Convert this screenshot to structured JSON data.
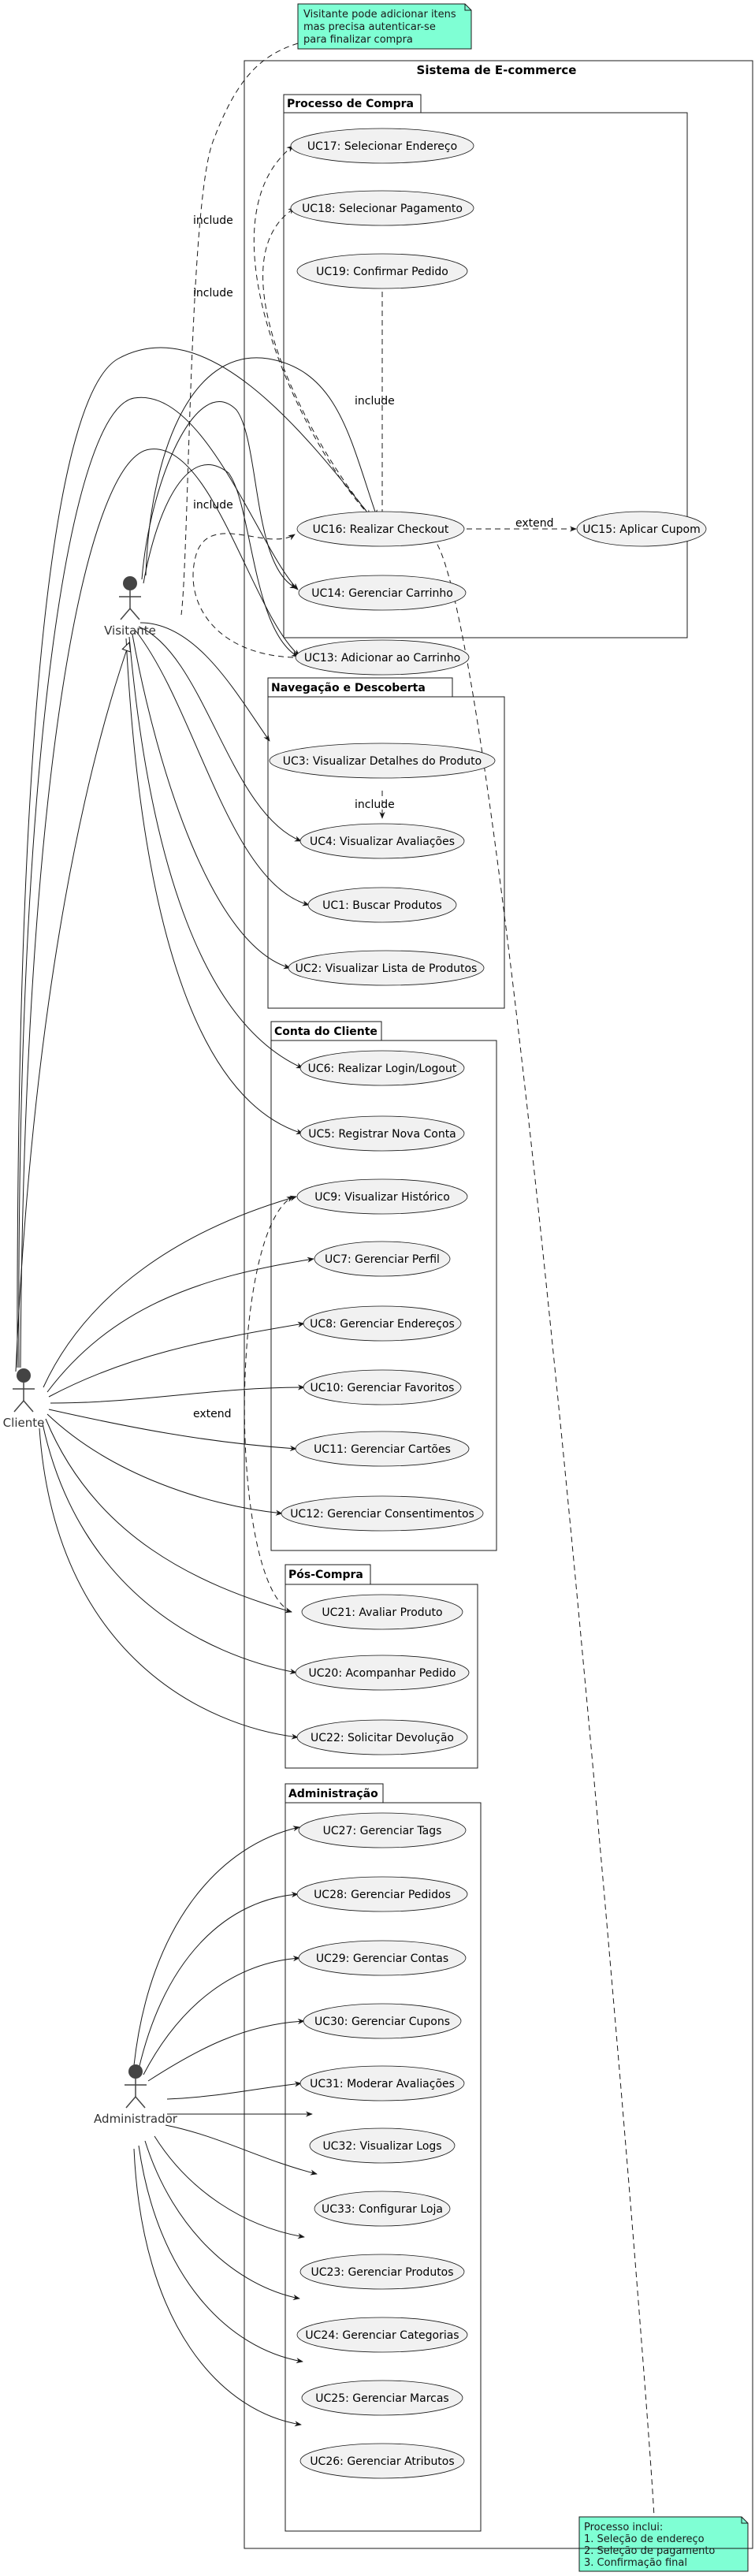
{
  "system": {
    "title": "Sistema de E-commerce"
  },
  "packages": {
    "compra": "Processo de Compra",
    "navegacao": "Navegação e Descoberta",
    "conta": "Conta do Cliente",
    "pos": "Pós-Compra",
    "admin": "Administração"
  },
  "actors": {
    "visitante": "Visitante",
    "cliente": "Cliente",
    "administrador": "Administrador"
  },
  "use_cases": {
    "uc17": "UC17: Selecionar Endereço",
    "uc18": "UC18: Selecionar Pagamento",
    "uc19": "UC19: Confirmar Pedido",
    "uc16": "UC16: Realizar Checkout",
    "uc15": "UC15: Aplicar Cupom",
    "uc14": "UC14: Gerenciar Carrinho",
    "uc13": "UC13: Adicionar ao Carrinho",
    "uc3": "UC3: Visualizar Detalhes do Produto",
    "uc4": "UC4: Visualizar Avaliações",
    "uc1": "UC1: Buscar Produtos",
    "uc2": "UC2: Visualizar Lista de Produtos",
    "uc6": "UC6: Realizar Login/Logout",
    "uc5": "UC5: Registrar Nova Conta",
    "uc9": "UC9: Visualizar Histórico",
    "uc7": "UC7: Gerenciar Perfil",
    "uc8": "UC8: Gerenciar Endereços",
    "uc10": "UC10: Gerenciar Favoritos",
    "uc11": "UC11: Gerenciar Cartões",
    "uc12": "UC12: Gerenciar Consentimentos",
    "uc21": "UC21: Avaliar Produto",
    "uc20": "UC20: Acompanhar Pedido",
    "uc22": "UC22: Solicitar Devolução",
    "uc27": "UC27: Gerenciar Tags",
    "uc28": "UC28: Gerenciar Pedidos",
    "uc29": "UC29: Gerenciar Contas",
    "uc30": "UC30: Gerenciar Cupons",
    "uc31": "UC31: Moderar Avaliações",
    "uc32": "UC32: Visualizar Logs",
    "uc33": "UC33: Configurar Loja",
    "uc23": "UC23: Gerenciar Produtos",
    "uc24": "UC24: Gerenciar Categorias",
    "uc25": "UC25: Gerenciar Marcas",
    "uc26": "UC26: Gerenciar Atributos"
  },
  "relations": {
    "include_uc17": "include",
    "include_uc18": "include",
    "include_uc19": "include",
    "include_uc13": "include",
    "include_uc4": "include",
    "extend_uc15": "extend",
    "extend_uc21": "extend"
  },
  "notes": {
    "top": [
      "Visitante pode adicionar itens",
      "mas precisa autenticar-se",
      "para finalizar compra"
    ],
    "bottom": [
      "Processo inclui:",
      "1. Seleção de endereço",
      "2. Seleção de pagamento",
      "3. Confirmação final"
    ]
  },
  "colors": {
    "note_fill": "#7fffd4",
    "usecase_fill": "#f1f1f1",
    "actor_head": "#444444"
  },
  "icons": {
    "actor": "stick-figure-icon",
    "note": "note-icon"
  }
}
